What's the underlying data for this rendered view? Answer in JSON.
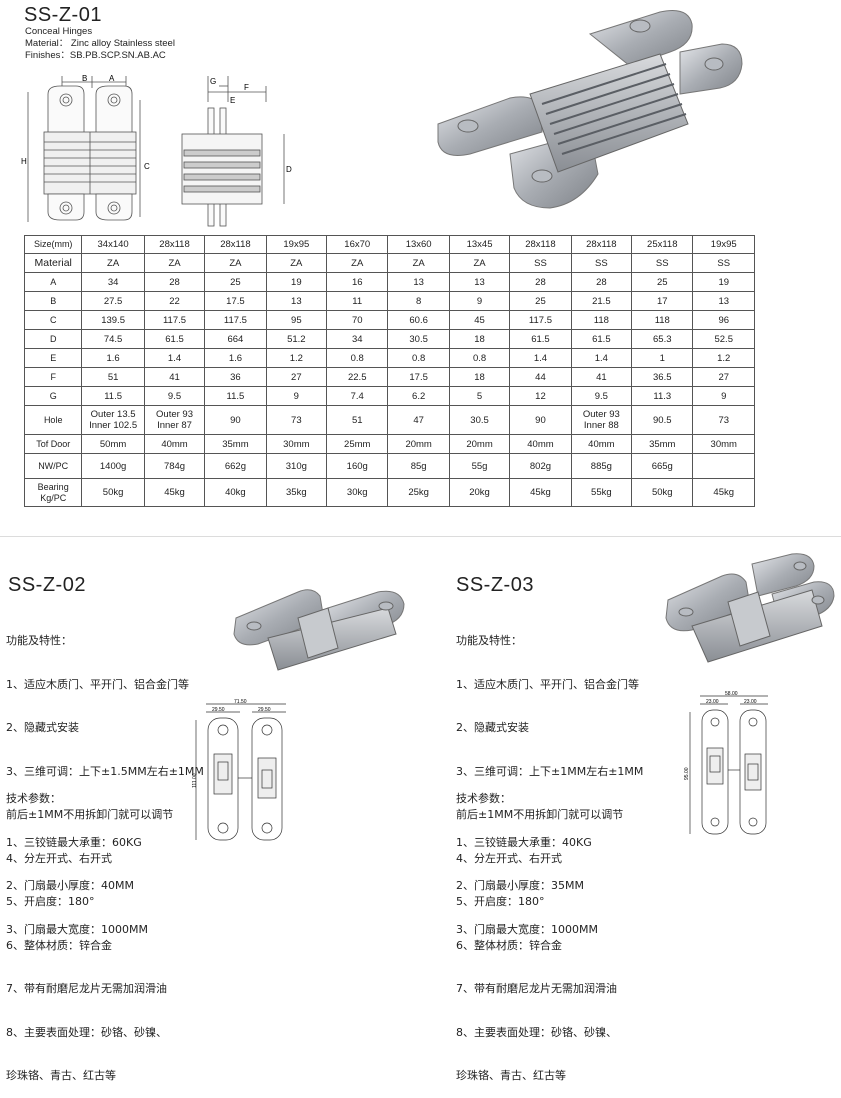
{
  "top": {
    "model": "SS-Z-01",
    "info_lines": [
      "Conceal  Hinges",
      "Material： Zinc alloy Stainless steel",
      "Finishes：SB.PB.SCP.SN.AB.AC"
    ],
    "dim_labels": {
      "a": "A",
      "b": "B",
      "c": "C",
      "h": "H",
      "d": "D",
      "e": "E",
      "f": "F",
      "g": "G"
    }
  },
  "table": {
    "rows": [
      {
        "label": "Size(mm)",
        "cells": [
          "34x140",
          "28x118",
          "28x118",
          "19x95",
          "16x70",
          "13x60",
          "13x45",
          "28x118",
          "28x118",
          "25x118",
          "19x95"
        ]
      },
      {
        "label": "Material",
        "cells": [
          "ZA",
          "ZA",
          "ZA",
          "ZA",
          "ZA",
          "ZA",
          "ZA",
          "SS",
          "SS",
          "SS",
          "SS"
        ]
      },
      {
        "label": "A",
        "cells": [
          "34",
          "28",
          "25",
          "19",
          "16",
          "13",
          "13",
          "28",
          "28",
          "25",
          "19"
        ]
      },
      {
        "label": "B",
        "cells": [
          "27.5",
          "22",
          "17.5",
          "13",
          "11",
          "8",
          "9",
          "25",
          "21.5",
          "17",
          "13"
        ]
      },
      {
        "label": "C",
        "cells": [
          "139.5",
          "117.5",
          "117.5",
          "95",
          "70",
          "60.6",
          "45",
          "117.5",
          "118",
          "118",
          "96"
        ]
      },
      {
        "label": "D",
        "cells": [
          "74.5",
          "61.5",
          "664",
          "51.2",
          "34",
          "30.5",
          "18",
          "61.5",
          "61.5",
          "65.3",
          "52.5"
        ]
      },
      {
        "label": "E",
        "cells": [
          "1.6",
          "1.4",
          "1.6",
          "1.2",
          "0.8",
          "0.8",
          "0.8",
          "1.4",
          "1.4",
          "1",
          "1.2"
        ]
      },
      {
        "label": "F",
        "cells": [
          "51",
          "41",
          "36",
          "27",
          "22.5",
          "17.5",
          "18",
          "44",
          "41",
          "36.5",
          "27"
        ]
      },
      {
        "label": "G",
        "cells": [
          "11.5",
          "9.5",
          "11.5",
          "9",
          "7.4",
          "6.2",
          "5",
          "12",
          "9.5",
          "11.3",
          "9"
        ]
      },
      {
        "label": "Hole",
        "cells": [
          "Outer 13.5|Inner 102.5",
          "Outer 93|Inner 87",
          "90",
          "73",
          "51",
          "47",
          "30.5",
          "90",
          "Outer 93|Inner 88",
          "90.5",
          "73"
        ]
      },
      {
        "label": "Tof Door",
        "cells": [
          "50mm",
          "40mm",
          "35mm",
          "30mm",
          "25mm",
          "20mm",
          "20mm",
          "40mm",
          "40mm",
          "35mm",
          "30mm"
        ]
      },
      {
        "label": "NW/PC",
        "cells": [
          "1400g",
          "784g",
          "662g",
          "310g",
          "160g",
          "85g",
          "55g",
          "802g",
          "885g",
          "665g",
          ""
        ]
      },
      {
        "label": "Bearing|Kg/PC",
        "cells": [
          "50kg",
          "45kg",
          "40kg",
          "35kg",
          "30kg",
          "25kg",
          "20kg",
          "45kg",
          "55kg",
          "50kg",
          "45kg"
        ]
      }
    ]
  },
  "z02": {
    "model": "SS-Z-02",
    "features_title": "功能及特性：",
    "features": [
      "1、适应木质门、平开门、铝合金门等",
      "2、隐藏式安装",
      "3、三维可调：上下±1.5MM左右±1MM",
      "前后±1MM不用拆卸门就可以调节",
      "4、分左开式、右开式",
      "5、开启度：180°",
      "6、整体材质：锌合金",
      "7、带有耐磨尼龙片无需加润滑油",
      "8、主要表面处理：砂铬、砂镍、",
      "     珍珠铬、青古、红古等"
    ],
    "tech_title": "技术参数：",
    "tech": [
      "1、三铰链最大承重：60KG",
      "2、门扇最小厚度：40MM",
      "3、门扇最大宽度：1000MM"
    ],
    "drawing_dims": {
      "total": "71.50",
      "left": "29.50",
      "right": "29.50",
      "height": "111.00"
    }
  },
  "z03": {
    "model": "SS-Z-03",
    "features_title": "功能及特性：",
    "features": [
      "1、适应木质门、平开门、铝合金门等",
      "2、隐藏式安装",
      "3、三维可调：上下±1MM左右±1MM",
      "前后±1MM不用拆卸门就可以调节",
      "4、分左开式、右开式",
      "5、开启度：180°",
      "6、整体材质：锌合金",
      "7、带有耐磨尼龙片无需加润滑油",
      "8、主要表面处理：砂铬、砂镍、",
      "     珍珠铬、青古、红古等"
    ],
    "tech_title": "技术参数：",
    "tech": [
      "1、三铰链最大承重：40KG",
      "2、门扇最小厚度：35MM",
      "3、门扇最大宽度：1000MM"
    ],
    "drawing_dims": {
      "total": "58.00",
      "left": "23.00",
      "right": "23.00",
      "height": "95.00"
    }
  }
}
